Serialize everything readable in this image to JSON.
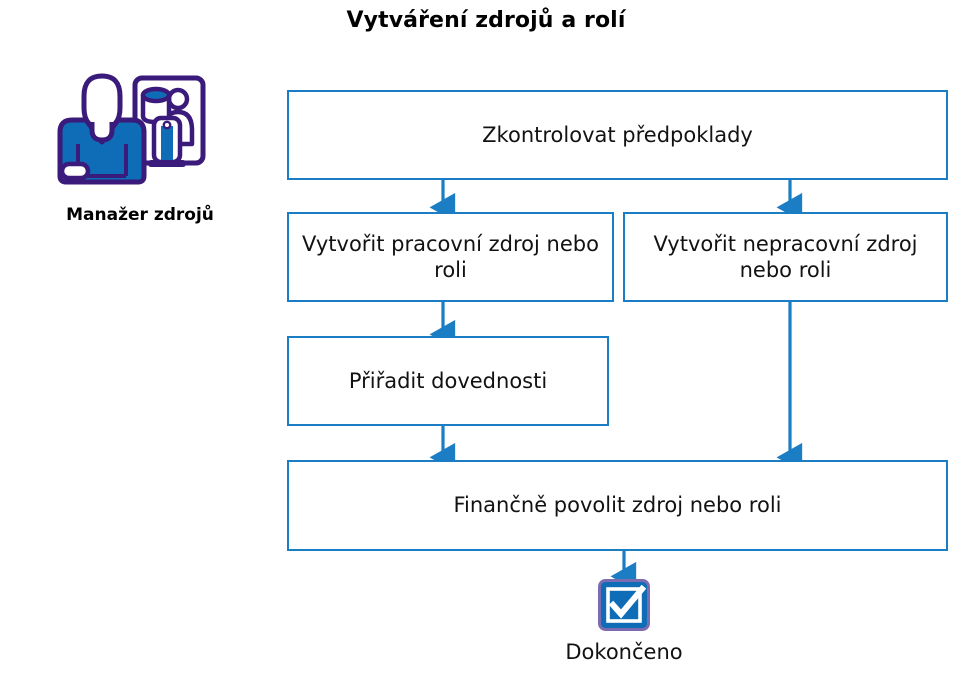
{
  "title": "Vytváření zdrojů a rolí",
  "colors": {
    "box_border": "#1b7dc4",
    "box_fill": "#ffffff",
    "connector": "#1b7dc4",
    "icon_outline": "#3a1a7a",
    "icon_fill": "#0f6cb6",
    "text": "#121212",
    "title_text": "#000000"
  },
  "actor": {
    "label": "Manažer zdrojů",
    "icon_name": "resource-manager-icon"
  },
  "nodes": [
    {
      "id": "check",
      "label": "Zkontrolovat předpoklady"
    },
    {
      "id": "create-work",
      "label": "Vytvořit pracovní zdroj nebo roli"
    },
    {
      "id": "create-nonwork",
      "label": "Vytvořit nepracovní zdroj nebo roli"
    },
    {
      "id": "assign-skills",
      "label": "Přiřadit dovednosti"
    },
    {
      "id": "approve",
      "label": "Finančně povolit zdroj nebo roli"
    }
  ],
  "end": {
    "label": "Dokončeno",
    "icon_name": "checkbox-checked-icon"
  },
  "connectors": [
    {
      "from": "check",
      "to": "create-work"
    },
    {
      "from": "check",
      "to": "create-nonwork"
    },
    {
      "from": "create-work",
      "to": "assign-skills"
    },
    {
      "from": "assign-skills",
      "to": "approve"
    },
    {
      "from": "create-nonwork",
      "to": "approve"
    },
    {
      "from": "approve",
      "to": "end"
    }
  ]
}
